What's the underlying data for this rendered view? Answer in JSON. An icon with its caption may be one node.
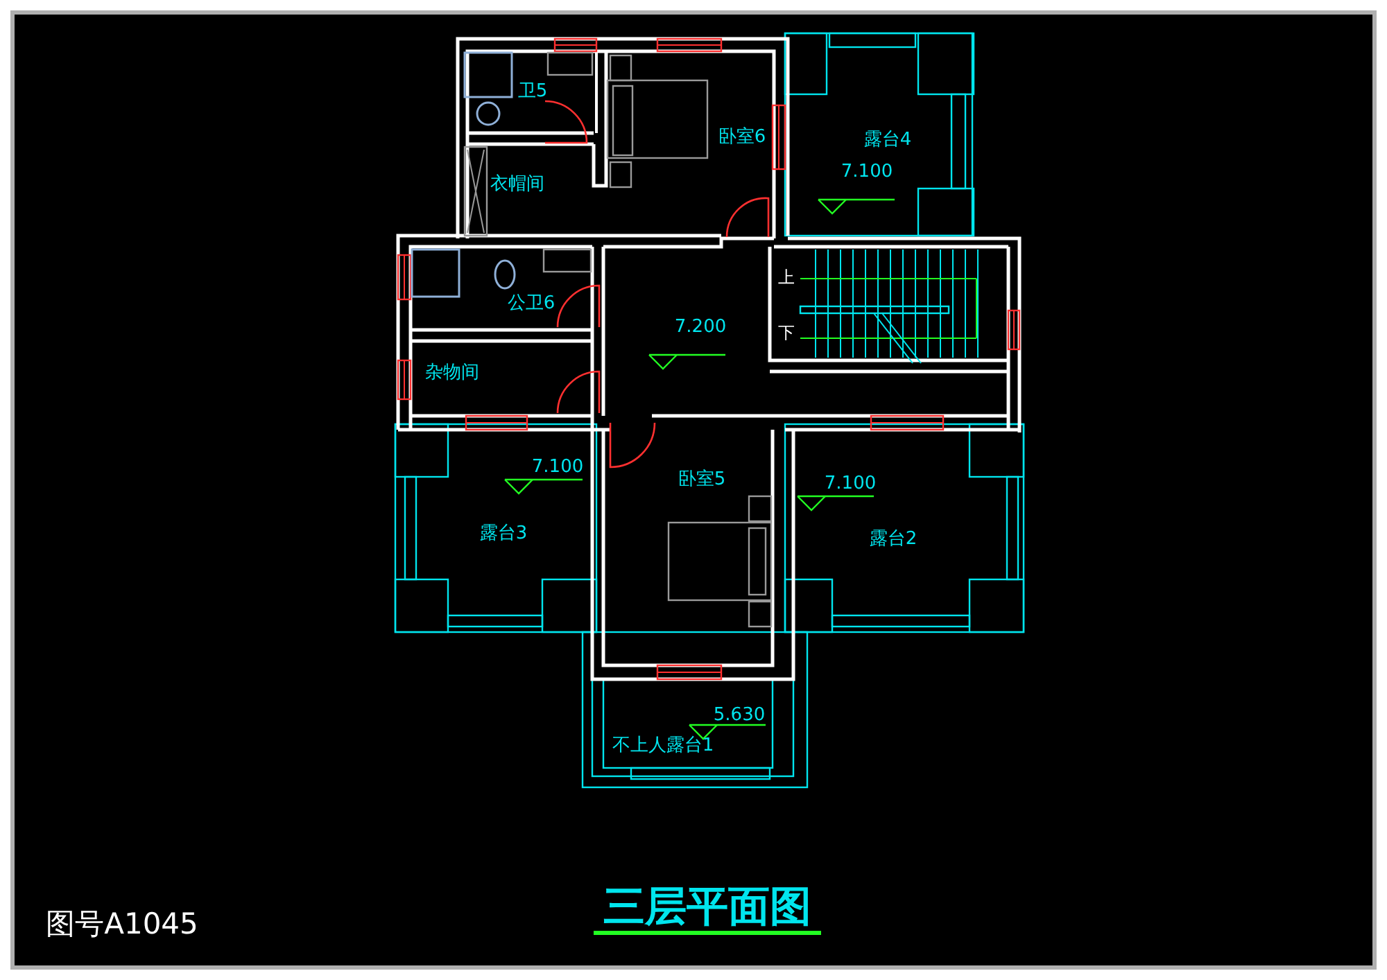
{
  "diagram": {
    "title": "三层平面图",
    "labels": [
      "卫5",
      "卧室6",
      "露台4",
      "7.100",
      "衣帽间",
      "上",
      "公卫6",
      "7.200",
      "下",
      "杂物间",
      "7.100",
      "卧室5",
      "7.100",
      "露台3",
      "露台2",
      "5.630",
      "不上人露台1",
      "图号A1045"
    ]
  }
}
